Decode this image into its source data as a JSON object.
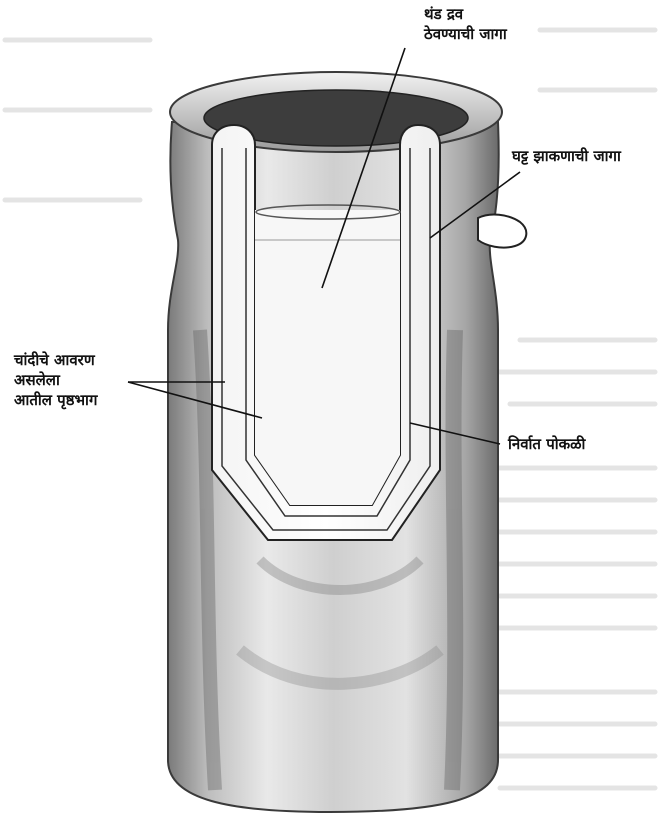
{
  "labels": {
    "cold_liquid_space": [
      "थंड द्रव",
      "ठेवण्याची जागा"
    ],
    "stopper_space": "घट्ट झाकणाची जागा",
    "silvered_inner_surface": [
      "चांदीचे आवरण",
      "असलेला",
      "आतील पृष्ठभाग"
    ],
    "vacuum_pocket": "निर्वात पोकळी"
  },
  "colors": {
    "ink": "#111111",
    "flask_body": "#d9d9d9",
    "flask_shadow": "#6f6f6f",
    "background_text": "#c9c9c9"
  }
}
